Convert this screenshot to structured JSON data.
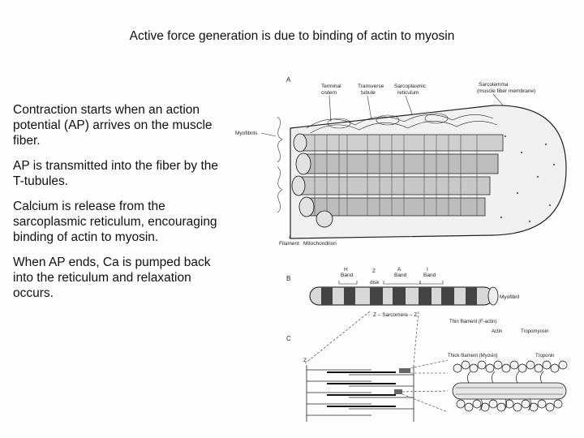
{
  "slide": {
    "title": "Active force generation is due to binding of actin to myosin",
    "bullets": [
      "Contraction starts when an action potential (AP) arrives on the muscle fiber.",
      "AP is transmitted into the fiber by the T-tubules.",
      "Calcium is release from the sarcoplasmic reticulum, encouraging binding of actin to myosin.",
      "When AP ends, Ca is pumped back into the reticulum and relaxation occurs."
    ]
  },
  "figure": {
    "panel_a": {
      "letter": "A",
      "terminal": "Terminal",
      "cisterns": "cistern",
      "transverse": "Transverse",
      "tubules": "tubule",
      "sarco1": "Sarcoplasmic",
      "sarco2": "reticulum",
      "sarcolemma1": "Sarcolemma",
      "sarcolemma2": "(muscle fiber membrane)",
      "myofibrils": "Myofibrils",
      "filament": "Filament",
      "mitochondrion": "Mitochondrion"
    },
    "panel_b": {
      "letter": "B",
      "h": "H",
      "h_band": "Band",
      "z": "Z",
      "disk": "disk",
      "a": "A",
      "a_band": "Band",
      "i": "I",
      "i_band": "Band",
      "myofibril": "Myofibril",
      "sarcomere": "Z – Sarcomere – Z"
    },
    "panel_c": {
      "letter": "C",
      "z": "Z",
      "thin": "Thin filament (F-actin)",
      "actin": "Actin",
      "tropomyosin": "Tropomyosin",
      "thick": "Thick filament (Myosin)",
      "troponin": "Troponin"
    }
  }
}
